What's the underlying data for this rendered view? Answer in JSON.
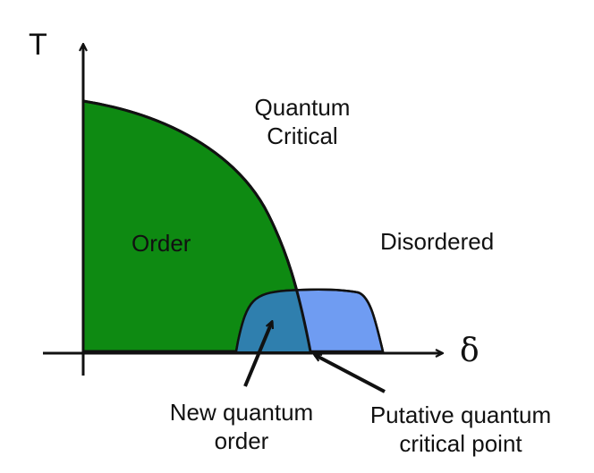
{
  "axes": {
    "y_label": "T",
    "x_label": "δ"
  },
  "regions": {
    "order": "Order",
    "disordered": "Disordered",
    "quantum_critical": [
      "Quantum",
      "Critical"
    ]
  },
  "annotations": {
    "new_order": [
      "New quantum",
      "order"
    ],
    "critical_point": [
      "Putative quantum",
      "critical point"
    ]
  },
  "colors": {
    "order_fill": "#0e8a12",
    "dome_fill": "#6f9cf2",
    "overlap_fill": "#2f7fae",
    "line": "#111111"
  }
}
